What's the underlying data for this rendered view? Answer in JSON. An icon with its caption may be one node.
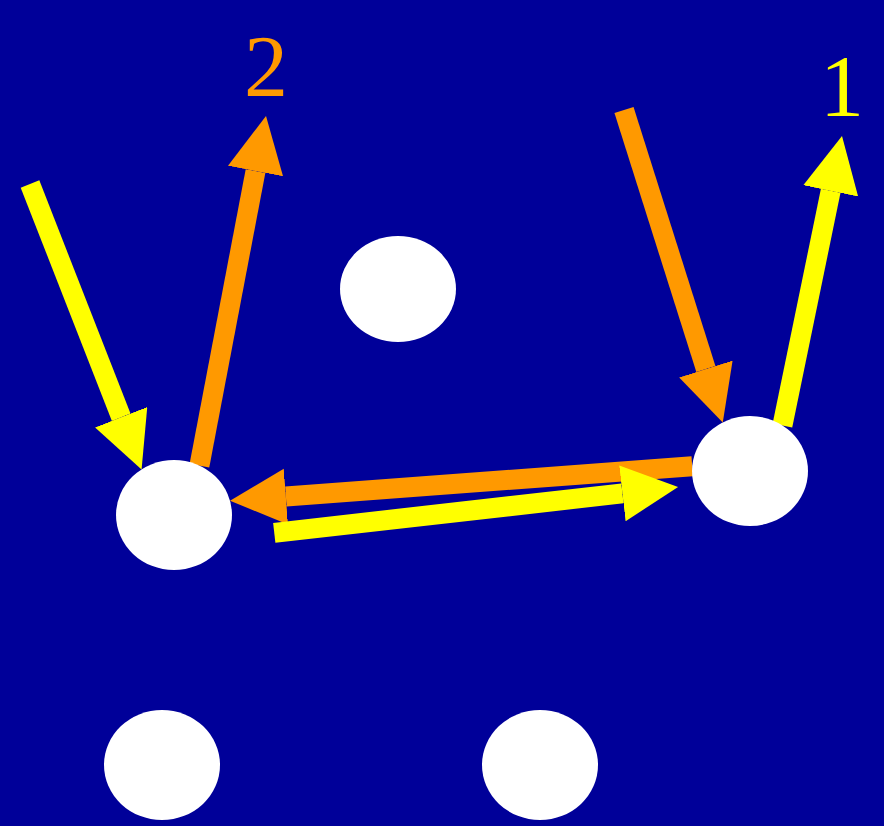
{
  "diagram": {
    "nodes": [
      {
        "text": [],
        "shape": "circle"
      },
      {
        "text": [],
        "shape": "circle"
      },
      {
        "text": [],
        "shape": "circle"
      },
      {
        "text": [],
        "shape": "circle"
      },
      {
        "text": [],
        "shape": "circle"
      },
      {
        "text": [
          "2"
        ]
      },
      {
        "text": [
          "1"
        ]
      }
    ],
    "edges": [
      {
        "from": null,
        "to": 0,
        "arrow": "to",
        "color": "#ffff00"
      },
      {
        "from": 0,
        "to": 5,
        "arrow": "to",
        "color": "#ff9900"
      },
      {
        "from": null,
        "to": 1,
        "arrow": "to",
        "color": "#ff9900"
      },
      {
        "from": 1,
        "to": 6,
        "arrow": "to",
        "color": "#ffff00"
      },
      {
        "from": 1,
        "to": 0,
        "arrow": "to",
        "color": "#ff9900"
      },
      {
        "from": 0,
        "to": 1,
        "arrow": "to",
        "color": "#ffff00"
      }
    ]
  }
}
